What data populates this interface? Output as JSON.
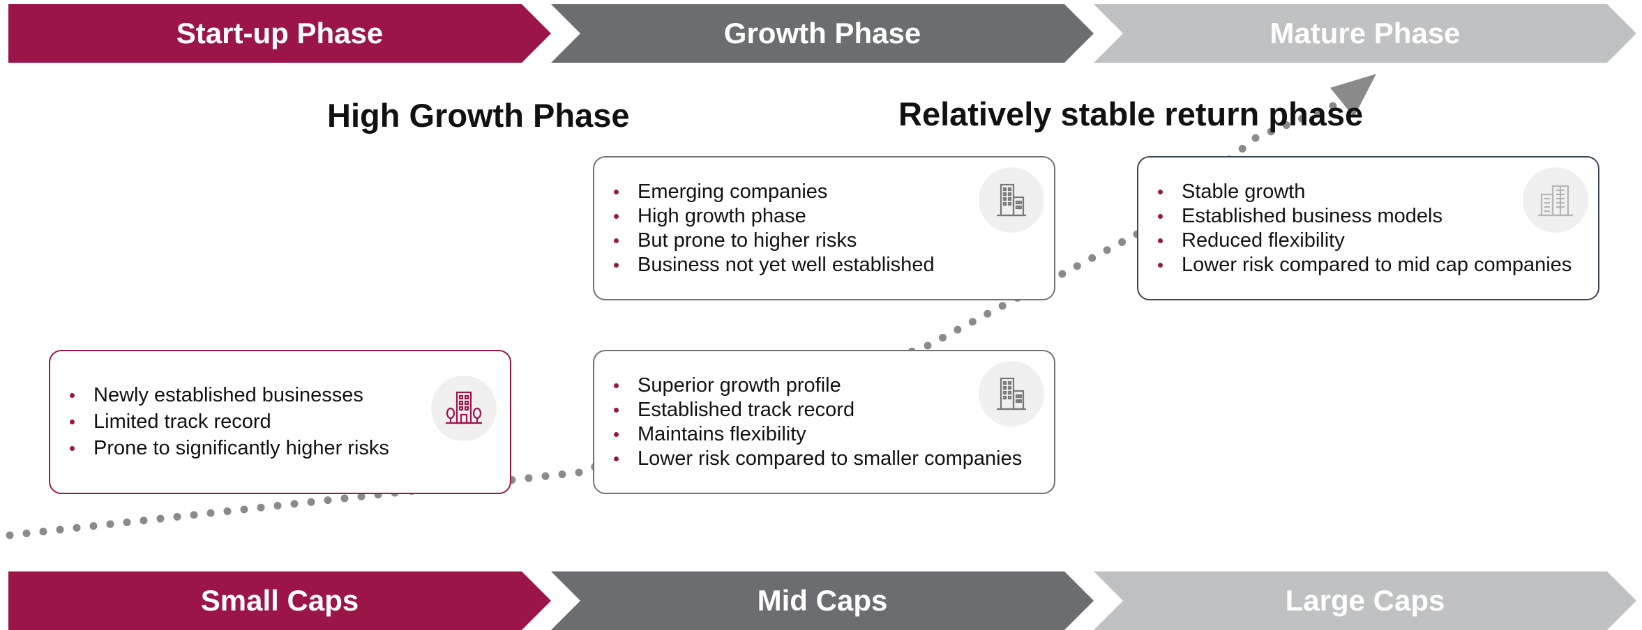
{
  "top_phases": [
    {
      "label": "Start-up Phase"
    },
    {
      "label": "Growth Phase"
    },
    {
      "label": "Mature Phase"
    }
  ],
  "bottom_phases": [
    {
      "label": "Small Caps"
    },
    {
      "label": "Mid Caps"
    },
    {
      "label": "Large Caps"
    }
  ],
  "headings": {
    "high_growth": "High Growth Phase",
    "stable_return": "Relatively stable return phase"
  },
  "boxes": {
    "small": {
      "icon": "building-trees-icon",
      "items": [
        "Newly established businesses",
        "Limited track record",
        "Prone to significantly higher risks"
      ]
    },
    "mid_upper": {
      "icon": "building-icon",
      "items": [
        "Emerging companies",
        "High growth phase",
        "But prone to higher risks",
        "Business not yet well established"
      ]
    },
    "mid_lower": {
      "icon": "building-icon",
      "items": [
        "Superior growth profile",
        "Established track record",
        "Maintains flexibility",
        "Lower risk compared to smaller companies"
      ]
    },
    "large": {
      "icon": "office-buildings-icon",
      "items": [
        "Stable growth",
        "Established business models",
        "Reduced flexibility",
        "Lower risk compared to mid cap companies"
      ]
    }
  },
  "colors": {
    "maroon": "#9c1549",
    "dark_gray": "#6b6d70",
    "light_gray": "#c0c1c3",
    "navy_border": "#3a4656",
    "dot_gray": "#8a8a8a"
  }
}
